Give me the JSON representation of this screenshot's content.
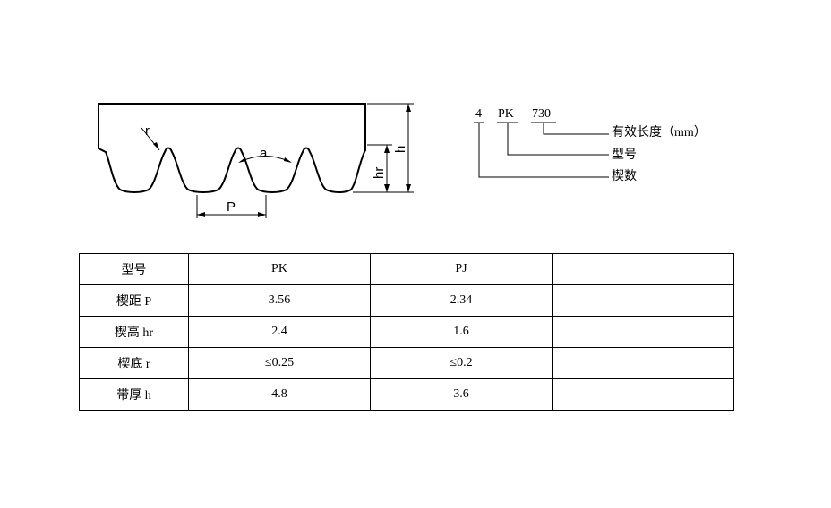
{
  "belt_profile": {
    "labels": {
      "r": "r",
      "a": "a",
      "hr": "hr",
      "h": "h",
      "P": "P"
    }
  },
  "designation": {
    "parts": {
      "count": "4",
      "type": "PK",
      "length": "730"
    },
    "legend": {
      "effective_length": "有效长度（mm）",
      "model": "型号",
      "wedge_count": "楔数"
    }
  },
  "spec_table": {
    "rows": [
      [
        "型号",
        "PK",
        "PJ",
        ""
      ],
      [
        "楔距 P",
        "3.56",
        "2.34",
        ""
      ],
      [
        "楔高 hr",
        "2.4",
        "1.6",
        ""
      ],
      [
        "楔底 r",
        "≤0.25",
        "≤0.2",
        ""
      ],
      [
        "带厚 h",
        "4.8",
        "3.6",
        ""
      ]
    ]
  }
}
